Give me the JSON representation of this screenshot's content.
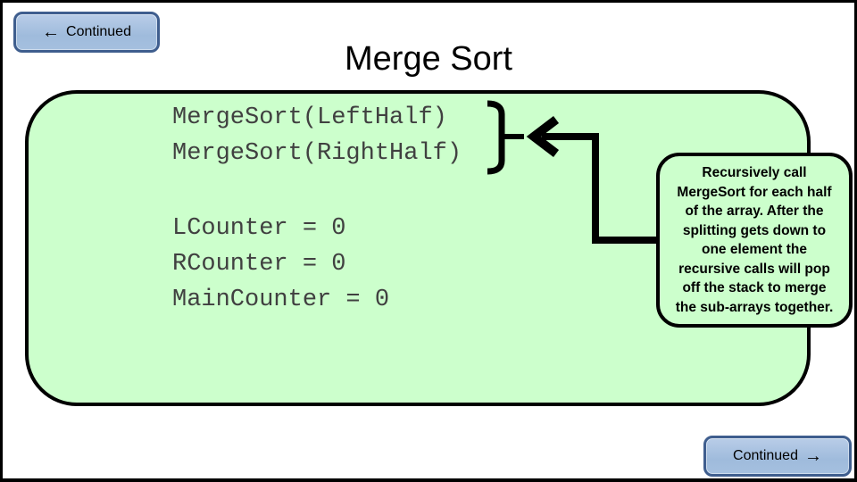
{
  "title": "Merge Sort",
  "nav": {
    "back": {
      "arrow": "←",
      "label": "Continued"
    },
    "next": {
      "label": "Continued",
      "arrow": "→"
    }
  },
  "code": {
    "lines_top": [
      "MergeSort(LeftHalf)",
      "MergeSort(RightHalf)"
    ],
    "lines_bottom": [
      "LCounter = 0",
      "RCounter = 0",
      "MainCounter = 0"
    ]
  },
  "callout": {
    "text": "Recursively call\nMergeSort for each half\nof the array.  After the\nsplitting gets down to\none element the\nrecursive calls will pop\noff the stack to merge\nthe sub-arrays together."
  },
  "icons": {
    "brace": "curly-brace-icon",
    "connector": "connector-arrow-icon"
  },
  "colors": {
    "panel_green": "#ccffcc",
    "button_blue": "#a5c0df",
    "button_border": "#3f5e8e",
    "line_black": "#000000",
    "code_text": "#404040",
    "title_text": "#000000"
  }
}
